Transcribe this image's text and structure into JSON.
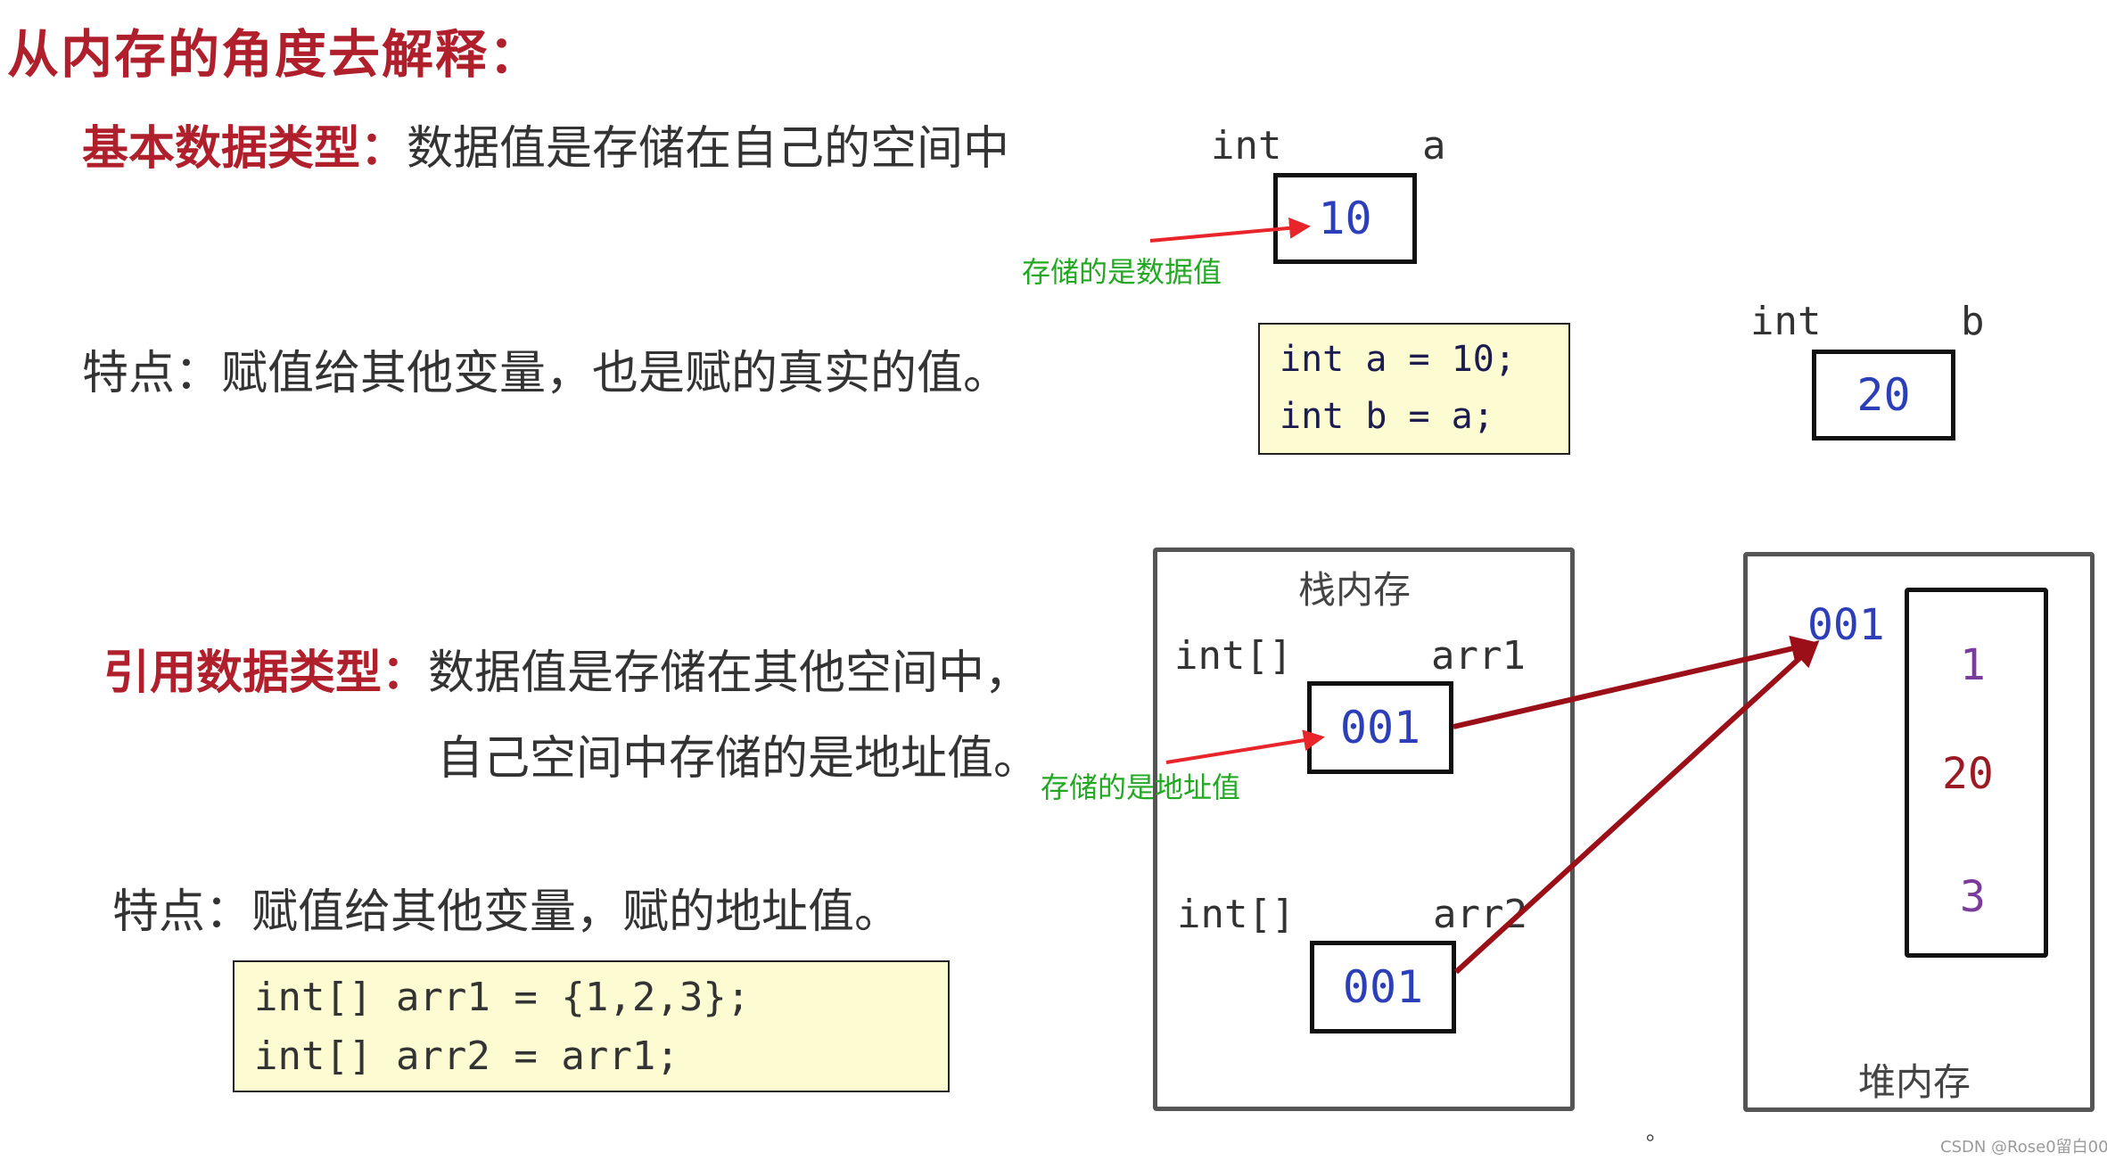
{
  "title": "从内存的角度去解释：",
  "primitive": {
    "label": "基本数据类型：",
    "desc": "数据值是存储在自己的空间中",
    "feature": "特点：赋值给其他变量，也是赋的真实的值。",
    "code": [
      "int a = 10;",
      "int b = a;"
    ],
    "var_a": {
      "type": "int",
      "name": "a",
      "value": "10"
    },
    "var_b": {
      "type": "int",
      "name": "b",
      "value": "20"
    },
    "annotation": "存储的是数据值"
  },
  "reference": {
    "label": "引用数据类型：",
    "desc1": "数据值是存储在其他空间中，",
    "desc2": "自己空间中存储的是地址值。",
    "feature": "特点：赋值给其他变量，赋的地址值。",
    "code": [
      "int[] arr1 = {1,2,3};",
      "int[] arr2 = arr1;"
    ],
    "annotation": "存储的是地址值",
    "stack": {
      "title": "栈内存",
      "arr1": {
        "type": "int[]",
        "name": "arr1",
        "value": "001"
      },
      "arr2": {
        "type": "int[]",
        "name": "arr2",
        "value": "001"
      }
    },
    "heap": {
      "title": "堆内存",
      "address": "001",
      "values": [
        "1",
        "20",
        "3"
      ]
    }
  },
  "colors": {
    "accent_red": "#b0202c",
    "arrow_red": "#e8252b",
    "arrow_dark_red": "#9b0f18",
    "value_blue": "#2d3fb8",
    "note_green": "#22a822",
    "code_bg": "#fdfbd1"
  },
  "footer": {
    "dot": "。",
    "watermark": "CSDN @Rose0留白00"
  }
}
